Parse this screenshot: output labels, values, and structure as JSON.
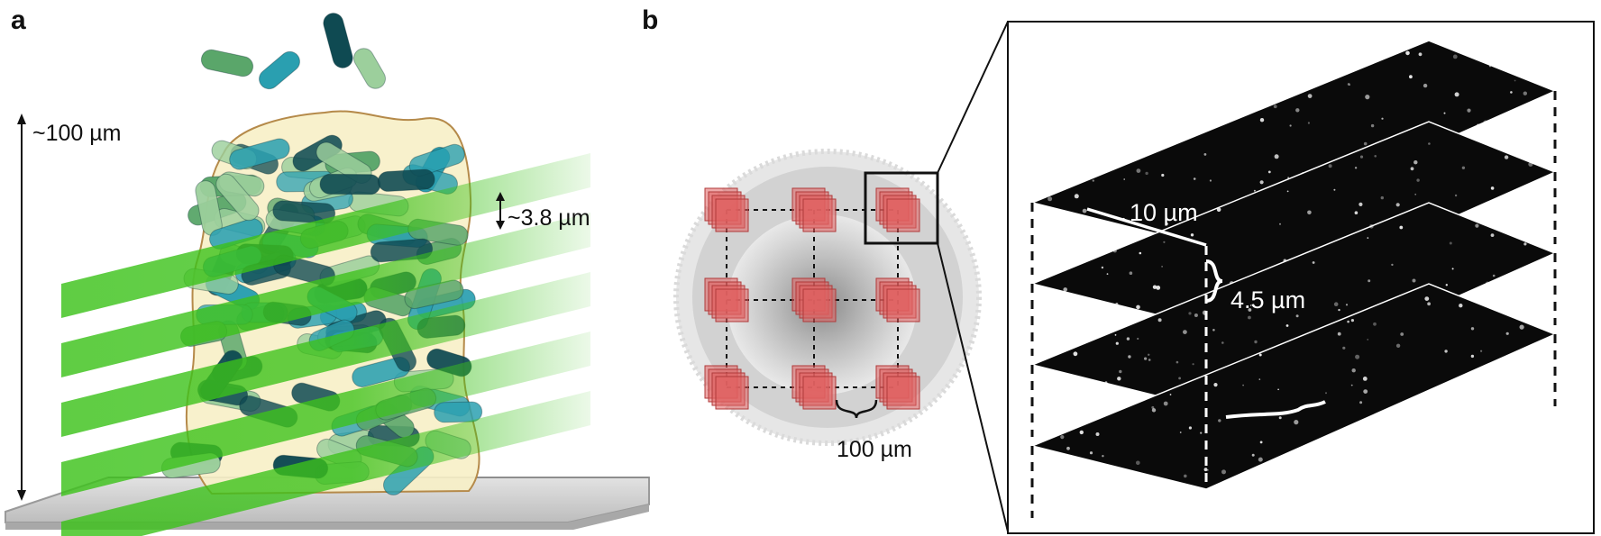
{
  "panel_a": {
    "letter": "a",
    "height_label": "~100 µm",
    "spacing_label": "~3.8 µm",
    "colors": {
      "cell_dark": "#0f4a52",
      "cell_teal": "#2a9fb0",
      "cell_green": "#5aa66a",
      "cell_pale": "#9ccf9c",
      "matrix": "#f7f0c6",
      "matrix_edge": "#b58a4a",
      "light_sheet": "#3cc21a",
      "substrate": "#cfcfcf"
    }
  },
  "panel_b": {
    "letter": "b",
    "grid_spacing_label": "100 µm",
    "scale_bar_label": "10 µm",
    "z_step_label": "4.5 µm",
    "colors": {
      "tile": "#e06060",
      "tile_edge": "#b03a3a",
      "colony": "#b8b8b8",
      "stack_slice": "#0a0a0a"
    }
  }
}
